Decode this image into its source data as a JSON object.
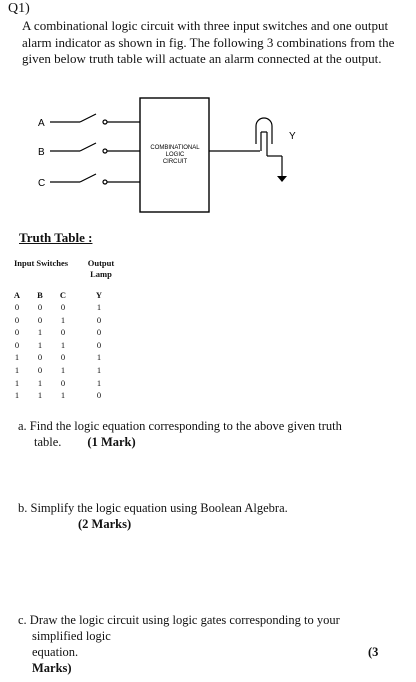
{
  "question": {
    "label": "Q1)",
    "text": "A combinational logic circuit with three input switches and one output alarm indicator as shown in fig. The following 3 combinations from the given below truth table will actuate an alarm connected at the output."
  },
  "diagram": {
    "inputs": [
      "A",
      "B",
      "C"
    ],
    "block_lines": [
      "COMBINATIONAL",
      "LOGIC",
      "CIRCUIT"
    ],
    "output_label": "Y"
  },
  "truth_table": {
    "title": "Truth Table :",
    "input_header": "Input Switches",
    "output_header_lines": [
      "Output",
      "Lamp"
    ],
    "columns": [
      "A",
      "B",
      "C",
      "Y"
    ],
    "rows": [
      [
        "0",
        "0",
        "0",
        "1"
      ],
      [
        "0",
        "0",
        "1",
        "0"
      ],
      [
        "0",
        "1",
        "0",
        "0"
      ],
      [
        "0",
        "1",
        "1",
        "0"
      ],
      [
        "1",
        "0",
        "0",
        "1"
      ],
      [
        "1",
        "0",
        "1",
        "1"
      ],
      [
        "1",
        "1",
        "0",
        "1"
      ],
      [
        "1",
        "1",
        "1",
        "0"
      ]
    ]
  },
  "parts": [
    {
      "line1": "a. Find the logic equation corresponding to the above given truth",
      "line2": "table.",
      "marks": "(1 Mark)"
    },
    {
      "line1": "b. Simplify the logic equation using Boolean Algebra.",
      "marks": "(2 Marks)"
    },
    {
      "line1": "c. Draw the logic circuit using logic gates corresponding to your",
      "line2": "simplified logic",
      "line3": "equation.",
      "marks_a": "(3",
      "marks_b": "Marks)"
    }
  ]
}
